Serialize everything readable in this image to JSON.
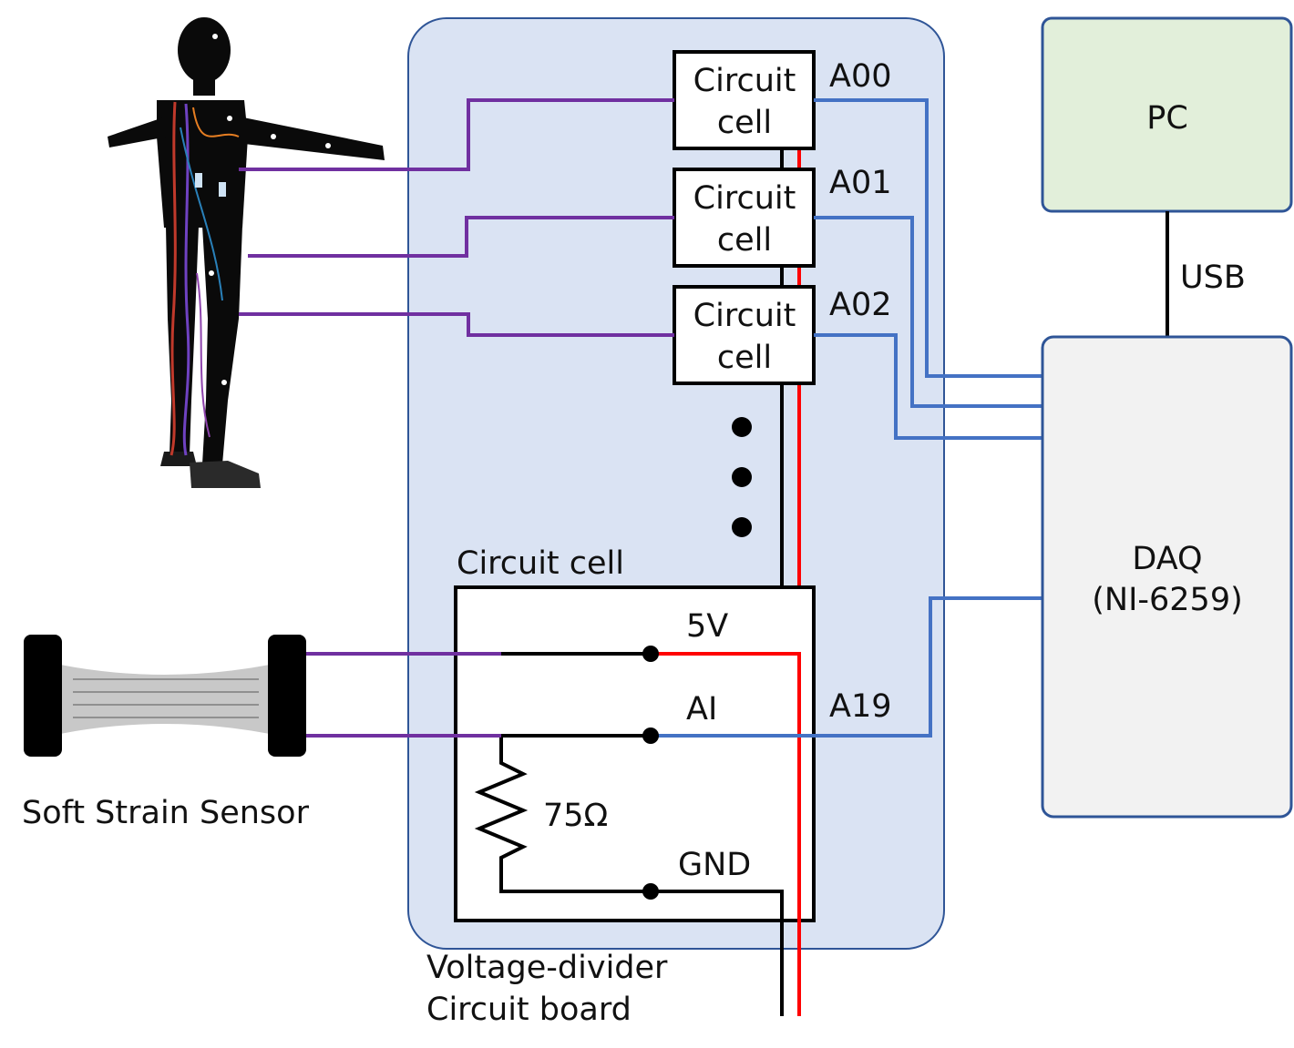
{
  "board": {
    "caption_line1": "Voltage-divider",
    "caption_line2": "Circuit board"
  },
  "cells": [
    {
      "line1": "Circuit",
      "line2": "cell",
      "channel": "A00"
    },
    {
      "line1": "Circuit",
      "line2": "cell",
      "channel": "A01"
    },
    {
      "line1": "Circuit",
      "line2": "cell",
      "channel": "A02"
    }
  ],
  "detail_cell": {
    "title": "Circuit cell",
    "supply_label": "5V",
    "input_label": "AI",
    "resistor_label": "75Ω",
    "ground_label": "GND",
    "channel": "A19"
  },
  "pc": {
    "label": "PC"
  },
  "link": {
    "label": "USB"
  },
  "daq": {
    "line1": "DAQ",
    "line2": "(NI-6259)"
  },
  "sensor": {
    "label": "Soft Strain Sensor"
  },
  "colors": {
    "board_fill": "#dae3f3",
    "board_stroke": "#2f5597",
    "pc_fill": "#e2efda",
    "daq_fill": "#f2f2f2",
    "box_stroke": "#2f5597",
    "sensor_wire": "#7030a0",
    "signal_wire": "#4472c4",
    "power_wire": "#ff0000",
    "ground_wire": "#000000"
  },
  "icons": [
    "human-figure-icon",
    "strain-sensor-icon",
    "resistor-icon"
  ]
}
